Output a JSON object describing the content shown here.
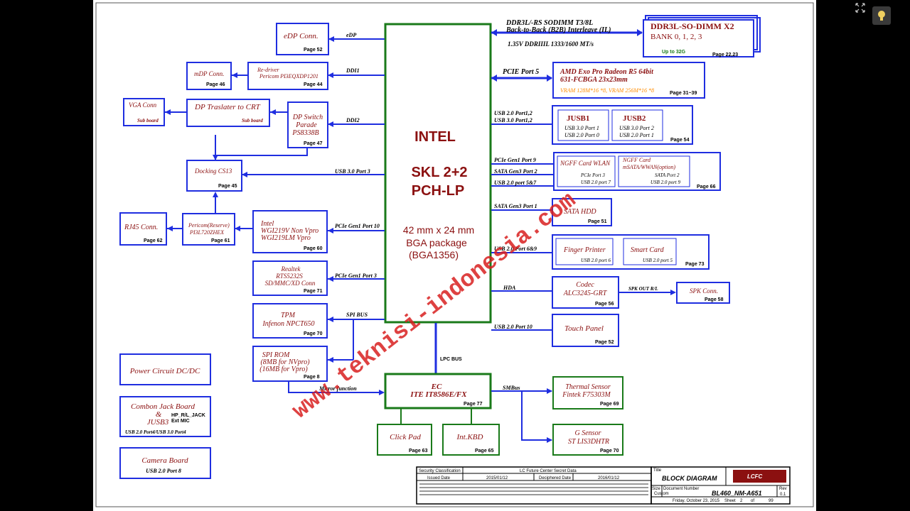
{
  "colors": {
    "blue": "#1f2ee0",
    "green": "#1a7a1a",
    "red": "#8b1010",
    "orange": "#ff8c00",
    "watermark": "#d92020"
  },
  "icons": {
    "expand": "expand-arrows-icon",
    "bulb": "lightbulb-icon"
  },
  "watermark": "www.teknisi-indonesia.com",
  "pch": {
    "line1": "INTEL",
    "line2": "SKL 2+2",
    "line3": "PCH-LP",
    "line4": "42 mm x 24 mm",
    "line5": "BGA package",
    "line6": "(BGA1356)"
  },
  "ec": {
    "line1": "EC",
    "line2": "ITE  IT8586E/FX",
    "page": "Page  77"
  },
  "lpc_bus": "LPC BUS",
  "ddr": {
    "bus1": "DDR3L/-RS SODIMM T3/8L",
    "bus2": "Back-to-Back (B2B) Interleave (IL)",
    "bus3": "1.35V  DDRIIIL  1333/1600  MT/s",
    "title": "DDR3L-SO-DIMM X2",
    "bank": "BANK 0, 1, 2, 3",
    "up": "Up to 32G",
    "page": "Page  22,23"
  },
  "amd": {
    "bus": "PCIE Port 5",
    "line1": "AMD Exo Pro Radeon R5 64bit",
    "line2": "631-FCBGA  23x23mm",
    "vram": "VRAM 128M*16 *8, VRAM 256M*16 *8",
    "page": "Page  31~39"
  },
  "jusb": {
    "bus1": "USB 2.0 Port1,2",
    "bus2": "USB 3.0 Port1,2",
    "j1": "JUSB1",
    "j1a": "USB 3.0 Port 1",
    "j1b": "USB 2.0 Port 0",
    "j2": "JUSB2",
    "j2a": "USB 3.0 Port 2",
    "j2b": "USB 2.0 Port 1",
    "page": "Page  54"
  },
  "ngff": {
    "bus1": "PCIe Gen1 Port 9",
    "bus2": "SATA Gen3 Port 2",
    "bus3": "USB 2.0 port 5&7",
    "w1": "NGFF Card  WLAN",
    "w2": "PCIe Port 3",
    "w3": "USB 2.0 port 7",
    "m1": "NGFF Card",
    "m2": "mSATA/WWAN(option)",
    "m3": "SATA Port 2",
    "m4": "USB 2.0 port 9",
    "page": "Page  66"
  },
  "sata": {
    "bus": "SATA Gen3 Port 1",
    "name": "SATA  HDD",
    "page": "Page  51"
  },
  "finger": {
    "bus": "USB 2.0 Port 6&9",
    "f1": "Finger Printer",
    "f2": "USB 2.0 port 6",
    "s1": "Smart Card",
    "s2": "USB 2.0 port 5",
    "page": "Page  73"
  },
  "codec": {
    "bus": "HDA",
    "line1": "Codec",
    "line2": "ALC3245-GRT",
    "page": "Page  56",
    "spkbus": "SPK  OUT  R/L",
    "spk": "SPK Conn.",
    "spkpage": "Page  58"
  },
  "touch": {
    "bus": "USB 2.0 Port 10",
    "name": "Touch Panel",
    "page": "Page  52"
  },
  "edp": {
    "bus": "eDP",
    "name": "eDP Conn.",
    "page": "Page  52"
  },
  "mdp": {
    "bus": "DDI1",
    "rd1": "Re-driver",
    "rd2": "Pericom PI3EQXDP1201",
    "rdpage": "Page  44",
    "name": "mDP Conn.",
    "page": "Page  46"
  },
  "dpsw": {
    "bus": "DDI2",
    "l1": "DP Switch",
    "l2": "Parade",
    "l3": "PS8338B",
    "page": "Page  47",
    "crt": "DP Traslater to CRT",
    "crtsub": "Sub board",
    "vga": "VGA Conn",
    "vgasub": "Sub board"
  },
  "dock": {
    "bus": "USB 3.0 Port 3",
    "name": "Docking CS13",
    "page": "Page  45"
  },
  "lan": {
    "bus": "PCIe Gen1 Port 10",
    "l1": "Intel",
    "l2": "WGI219V  Non  Vpro",
    "l3": "WGI219LM  Vpro",
    "page": "Page  60",
    "p1": "Pericom(Reserve)",
    "p2": "PI3L720ZHEX",
    "ppage": "Page  61",
    "rj": "RJ45  Conn.",
    "rjpage": "Page  62"
  },
  "card": {
    "bus": "PCIe Gen1 Port 3",
    "l1": "Realtek",
    "l2": "RTS5232S",
    "l3": "SD/MMC/XD  Conn",
    "page": "Page  71"
  },
  "tpm": {
    "bus": "SPI BUS",
    "l1": "TPM",
    "l2": "Infenon  NPCT650",
    "page": "Page  70"
  },
  "spirom": {
    "l1": "SPI ROM",
    "l2": "(8MB for NVpro)",
    "l3": "(16MB for Vpro)",
    "page": "Page  8",
    "mirror": "Mirror function"
  },
  "sub": {
    "power": "Power Circuit DC/DC",
    "combo1": "Combon Jack Board",
    "combo2": "&",
    "combo3": "JUSB3",
    "hp1": "HP_R/L_JACK",
    "hp2": "Ext  MIC",
    "combousb": "USB 2.0 Port4/USB 3.0 Port4",
    "cam": "Camera Board",
    "camusb": "USB 2.0 Port 8"
  },
  "smbus": {
    "bus": "SMBus",
    "t1": "Thermal Sensor",
    "t2": "Fintek  F75303M",
    "tpage": "Page  69",
    "g1": "G Sensor",
    "g2": "ST  LIS3DHTR",
    "gpage": "Page  70"
  },
  "ecdev": {
    "click": "Click Pad",
    "clickpage": "Page  63",
    "kbd": "Int.KBD",
    "kbdpage": "Page  65"
  },
  "titleblock": {
    "sec": "Security Classification",
    "secv": "LC Future Center Secret Data",
    "issued": "Issued Date",
    "issuedv": "2015/01/12",
    "deci": "Deciphered Date",
    "deciv": "2016/01/12",
    "t": "Title",
    "title": "BLOCK DIAGRAM",
    "size": "Size",
    "docnum": "Document  Number",
    "rev": "Rev",
    "custom": "Custom",
    "docv": "BL460_NM-A651",
    "revv": "0.1",
    "date": "Friday, October 23, 2015",
    "sheet": "Sheet",
    "of": "of",
    "sheetn": "2",
    "sheetm": "99",
    "logo": "LCFC"
  }
}
